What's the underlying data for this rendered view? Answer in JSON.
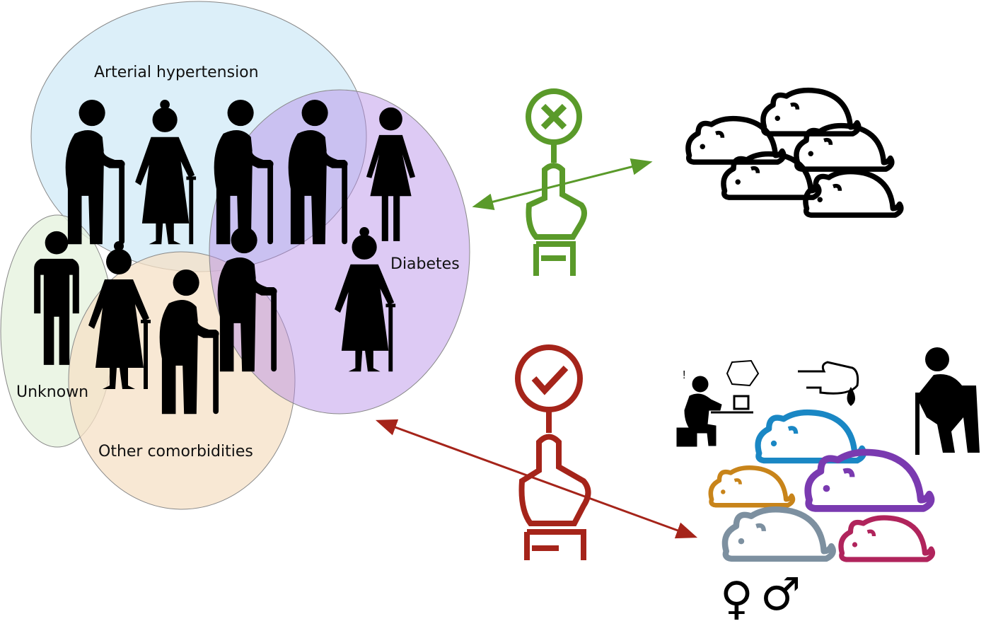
{
  "labels": {
    "hypertension": "Arterial hypertension",
    "diabetes": "Diabetes",
    "unknown": "Unknown",
    "other": "Other comorbidities"
  },
  "symbols": {
    "female": "♀",
    "male": "♂"
  },
  "colors": {
    "hypertension": "#d6ecf8",
    "diabetes": "#d7bff0",
    "unknown": "#e6f2df",
    "other": "#f5e0c6",
    "reject": "#5a9a2a",
    "accept": "#a5241a",
    "mouse_blue": "#1a87c4",
    "mouse_orange": "#c8841a",
    "mouse_purple": "#7a3ab0",
    "mouse_grey": "#7d90a0",
    "mouse_magenta": "#b0245c"
  }
}
